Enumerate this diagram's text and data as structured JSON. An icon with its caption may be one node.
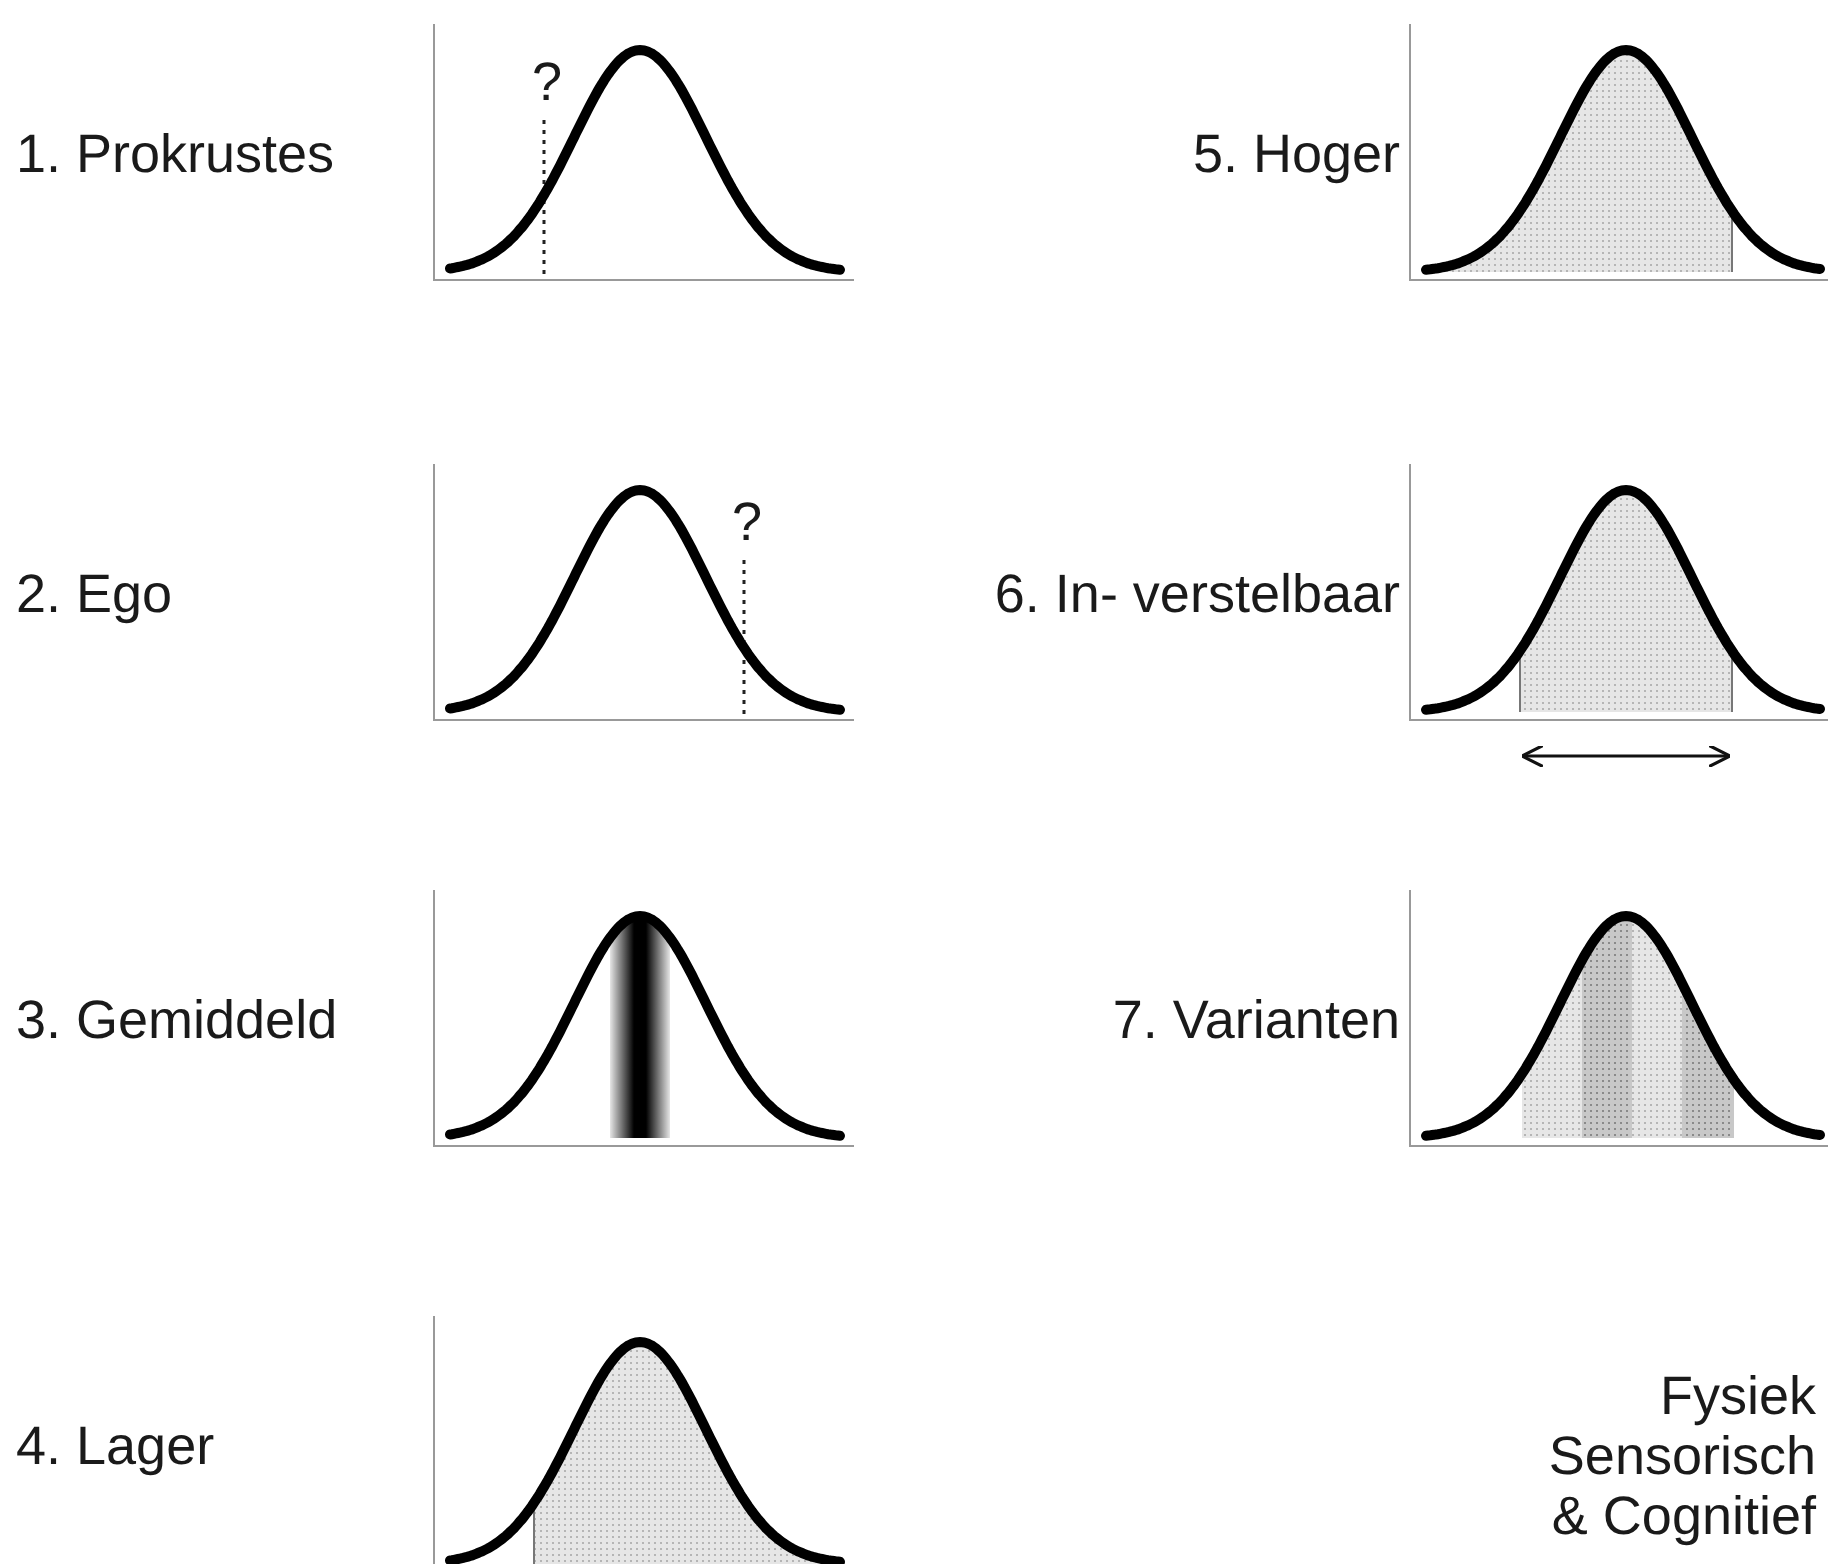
{
  "diagram": {
    "labels": [
      "1. Prokrustes",
      "?",
      "5. Hoger",
      "2. Ego",
      "?",
      "6. In- verstelbaar",
      "3. Gemiddeld",
      "7. Varianten",
      "4. Lager",
      "Fysiek Sensorisch & Cognitief"
    ]
  }
}
